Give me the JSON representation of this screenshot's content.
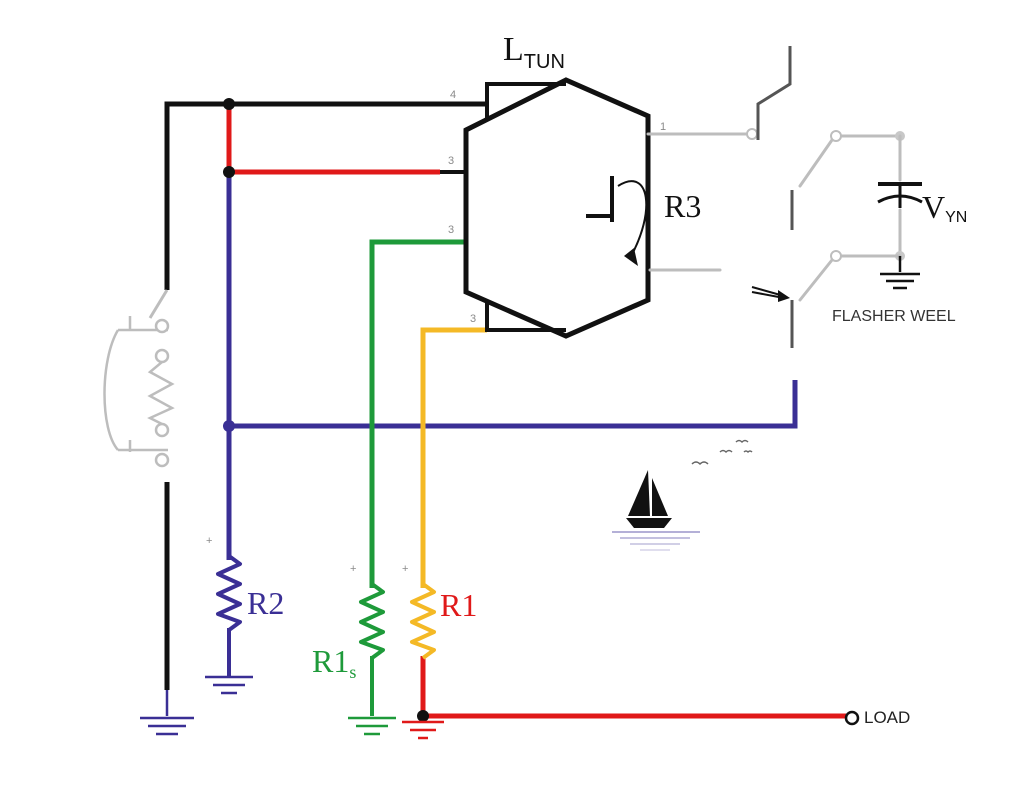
{
  "labels": {
    "main_component": "L",
    "main_component_sub": "TUN",
    "r3": "R3",
    "v": "V",
    "v_sub": "YN",
    "flasher": "FLASHER WEEL",
    "r2": "R2",
    "r1_green": "R1",
    "r1_green_sub": "s",
    "r1_yellow": "R1",
    "load": "LOAD"
  },
  "pins": {
    "pin_black": "4",
    "pin_red": "3",
    "pin_green": "3",
    "pin_yellow": "3",
    "pin_right": "1"
  },
  "colors": {
    "black": "#111111",
    "red": "#e01919",
    "blue": "#3a2f95",
    "green": "#1e9a3a",
    "yellow": "#f4b926",
    "grey": "#bdbdbd"
  },
  "icons": [
    "sailboat-icon",
    "birds-icon",
    "lamp-bulb-icon",
    "ground-icon",
    "capacitor-icon",
    "arrow-icon"
  ]
}
